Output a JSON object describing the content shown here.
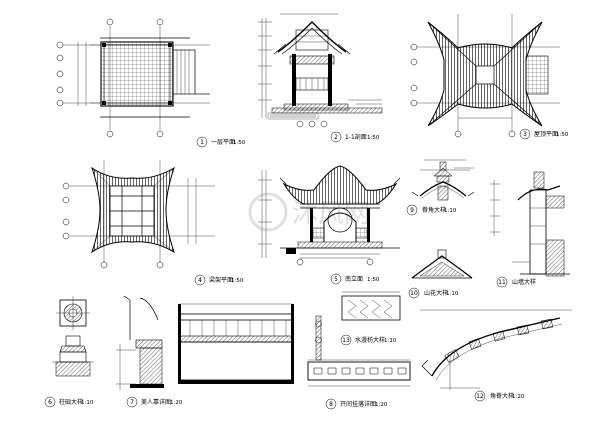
{
  "sheet": {
    "background": "#ffffff",
    "line_color": "#000000",
    "watermark": "沐风网"
  },
  "drawings": [
    {
      "id": "1",
      "title": "一层平面",
      "scale": "1:50"
    },
    {
      "id": "2",
      "title": "1-1剖面",
      "scale": "1:50"
    },
    {
      "id": "3",
      "title": "屋顶平面",
      "scale": "1:50"
    },
    {
      "id": "4",
      "title": "梁架平面",
      "scale": "1:50"
    },
    {
      "id": "5",
      "title": "南立面",
      "scale": "1:50"
    },
    {
      "id": "6",
      "title": "柱础大样",
      "scale": "1:10"
    },
    {
      "id": "7",
      "title": "美人靠详图",
      "scale": "1:20"
    },
    {
      "id": "8",
      "title": "开间挂落详图",
      "scale": "1:20"
    },
    {
      "id": "9",
      "title": "脊角大样",
      "scale": "1:10"
    },
    {
      "id": "10",
      "title": "山花大样",
      "scale": "1:10"
    },
    {
      "id": "11",
      "title": "山墙大样",
      "scale": ""
    },
    {
      "id": "12",
      "title": "角脊大样",
      "scale": "1:20"
    },
    {
      "id": "13",
      "title": "水漫枋大样",
      "scale": "1:10"
    }
  ]
}
